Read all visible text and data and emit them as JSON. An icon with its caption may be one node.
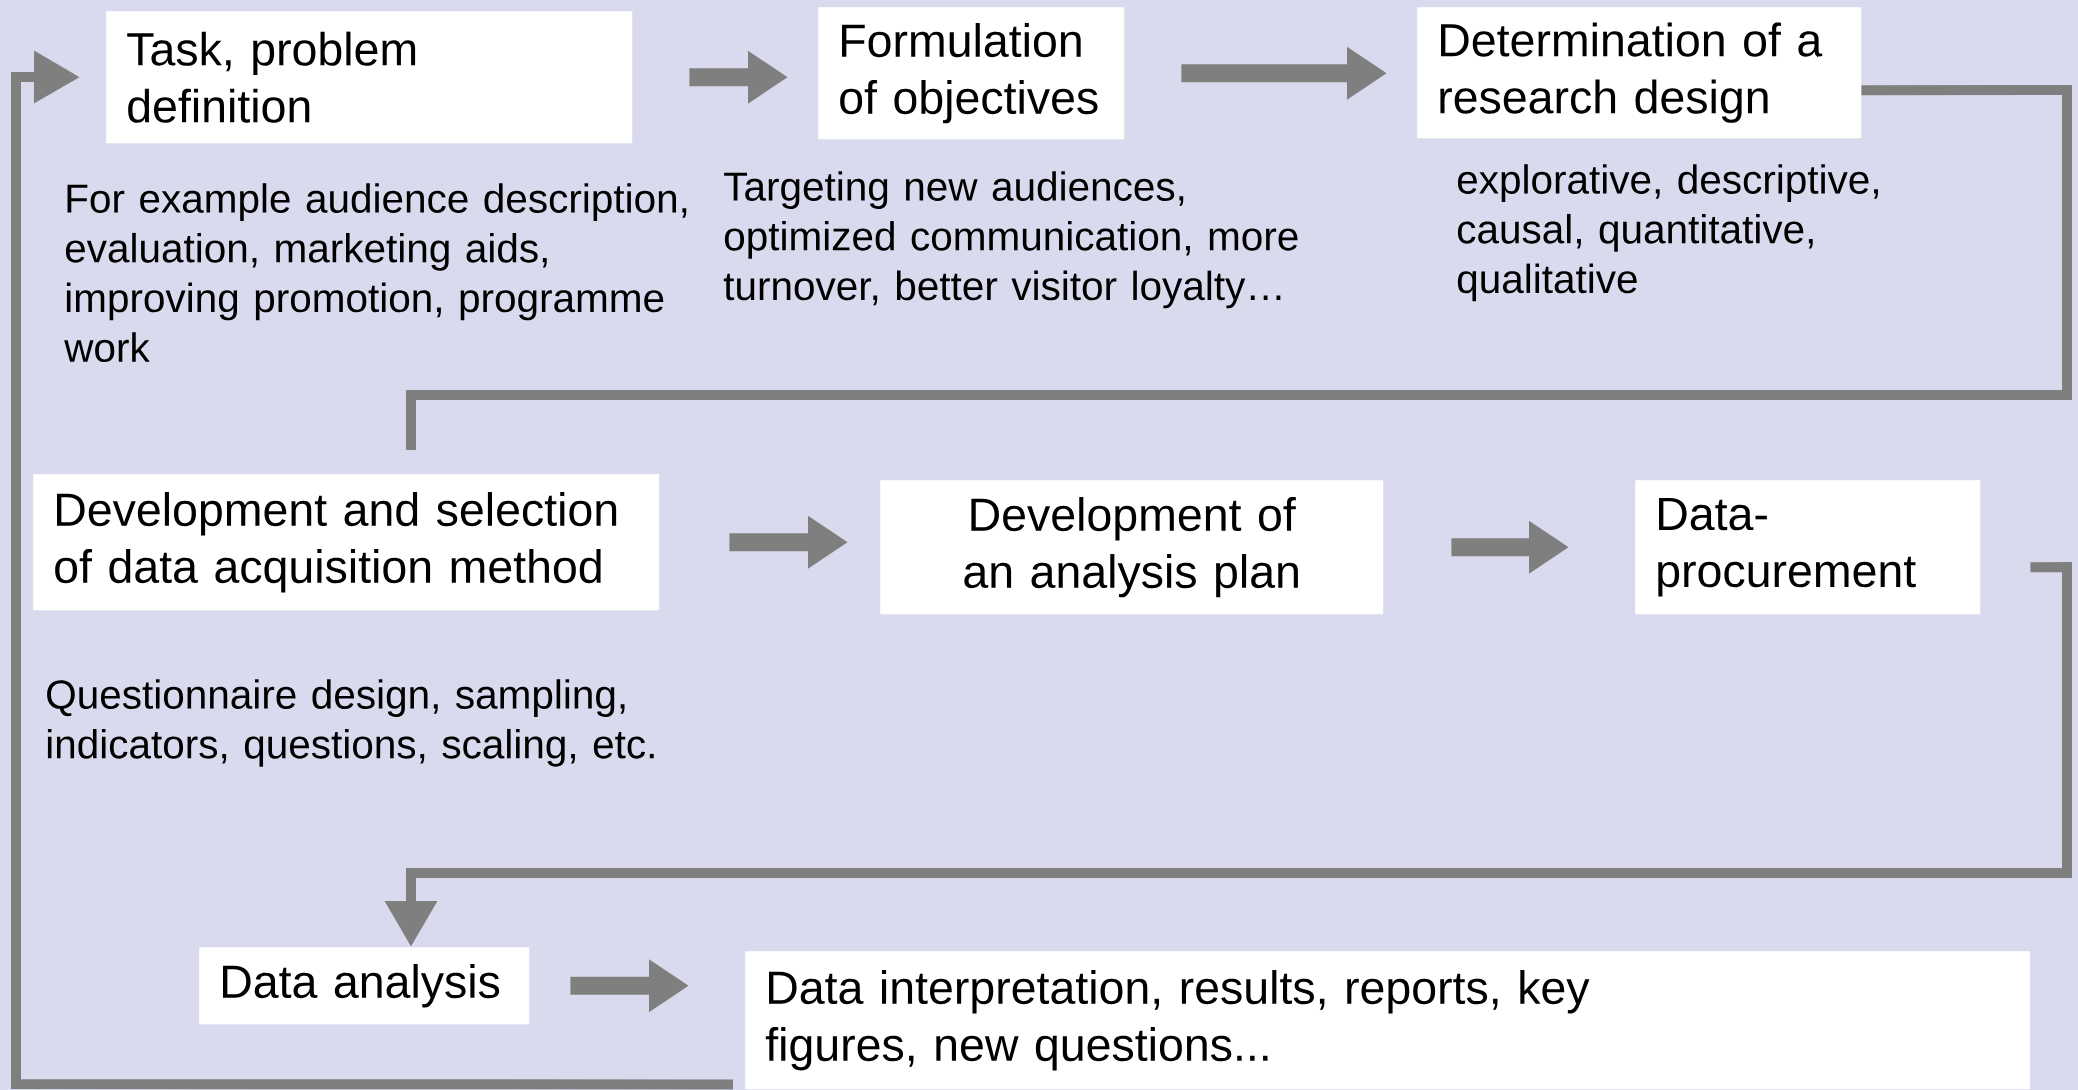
{
  "diagram": {
    "nodes": [
      {
        "text": [
          "Task, problem definition"
        ],
        "beside": [
          "For example audience description, evaluation, marketing aids, improving promotion, programme work"
        ]
      },
      {
        "text": [
          "Formulation of objectives"
        ],
        "beside": [
          "Targeting new audiences, optimized communication, more turnover, better visitor loyalty…"
        ]
      },
      {
        "text": [
          "Determination of a research design"
        ],
        "beside": [
          "explorative, descriptive, causal, quantitative, qualitative"
        ]
      },
      {
        "text": [
          "Development and selection of data acquisition method"
        ],
        "beside": [
          "Questionnaire design, sampling, indicators, questions, scaling, etc."
        ]
      },
      {
        "text": [
          "Development of an analysis plan"
        ]
      },
      {
        "text": [
          "Data-procurement"
        ]
      },
      {
        "text": [
          "Data analysis"
        ]
      },
      {
        "text": [
          "Data interpretation, results, reports, key figures, new questions..."
        ]
      }
    ],
    "edges": [
      {
        "from": 0,
        "to": 1,
        "arrow": "to"
      },
      {
        "from": 1,
        "to": 2,
        "arrow": "to"
      },
      {
        "from": 2,
        "to": 3,
        "arrow": "none"
      },
      {
        "from": 3,
        "to": 4,
        "arrow": "to"
      },
      {
        "from": 4,
        "to": 5,
        "arrow": "to"
      },
      {
        "from": 5,
        "to": 6,
        "arrow": "to"
      },
      {
        "from": 6,
        "to": 7,
        "arrow": "to"
      },
      {
        "from": 7,
        "to": 0,
        "arrow": "to"
      }
    ]
  }
}
